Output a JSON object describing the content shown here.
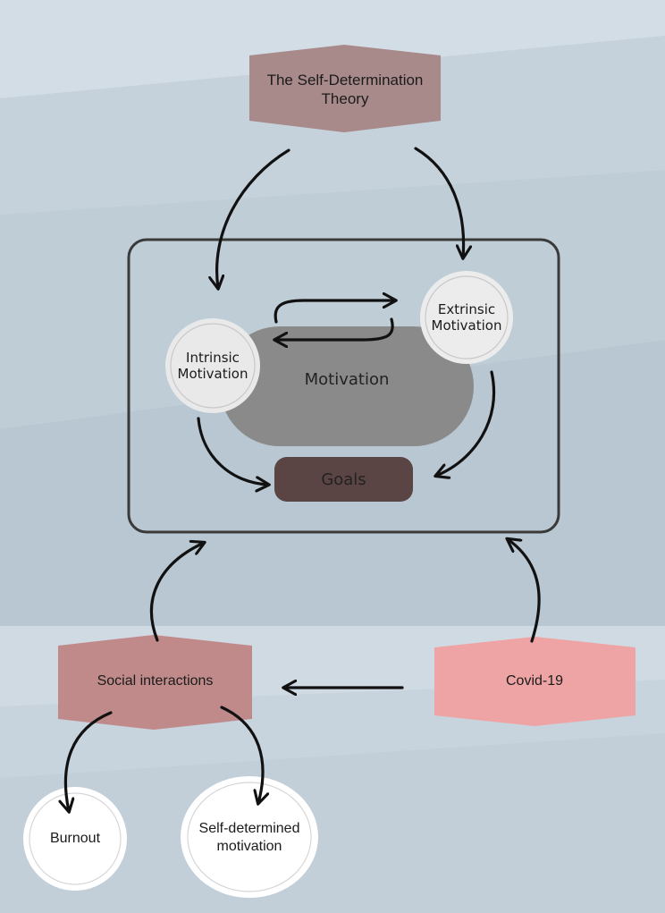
{
  "colors": {
    "background": "#c9d4dd",
    "theory_box": "#a88a8a",
    "social_box": "#c08a8a",
    "covid_box": "#eea4a4",
    "motivation_blob": "#8a8a8a",
    "goals_box": "#5a4444",
    "frame": "#3a3a3a",
    "arrow": "#111111"
  },
  "diagram": {
    "theory": "The Self-Determination Theory",
    "intrinsic": "Intrinsic Motivation",
    "extrinsic": "Extrinsic Motivation",
    "motivation": "Motivation",
    "goals": "Goals",
    "social": "Social interactions",
    "covid": "Covid-19",
    "burnout": "Burnout",
    "self_determined": "Self-determined motivation"
  }
}
